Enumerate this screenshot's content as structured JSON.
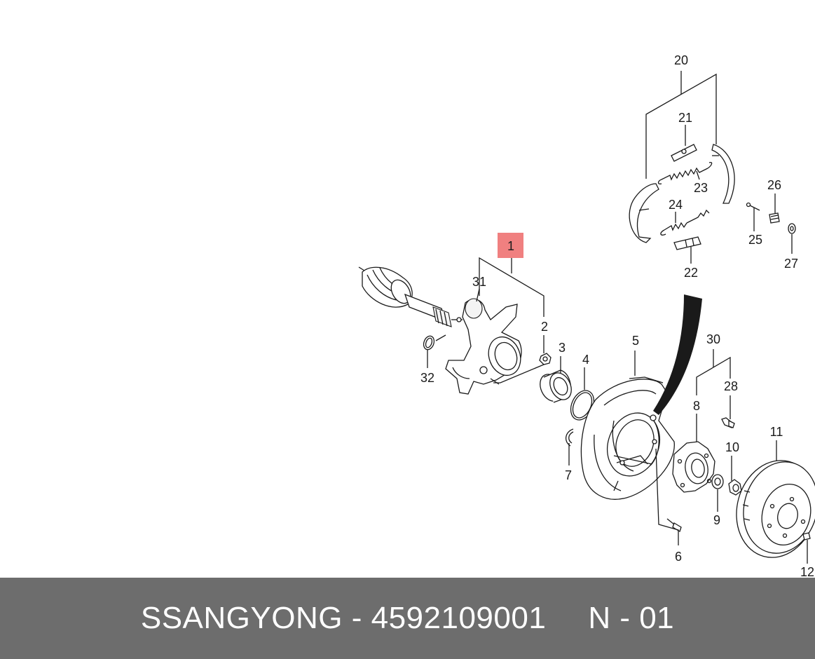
{
  "footer": {
    "brand": "SSANGYONG",
    "separator": "-",
    "part_number": "4592109001",
    "page_ref": "N - 01"
  },
  "colors": {
    "footer_background": "#6d6d6d",
    "footer_text": "#ffffff",
    "highlight_box": "#f08080",
    "line_art": "#1a1a1a"
  },
  "callouts": [
    "1",
    "2",
    "3",
    "4",
    "5",
    "6",
    "7",
    "8",
    "9",
    "10",
    "11",
    "12",
    "20",
    "21",
    "22",
    "23",
    "24",
    "25",
    "26",
    "27",
    "28",
    "30",
    "31",
    "32"
  ],
  "highlighted_callout": "1"
}
